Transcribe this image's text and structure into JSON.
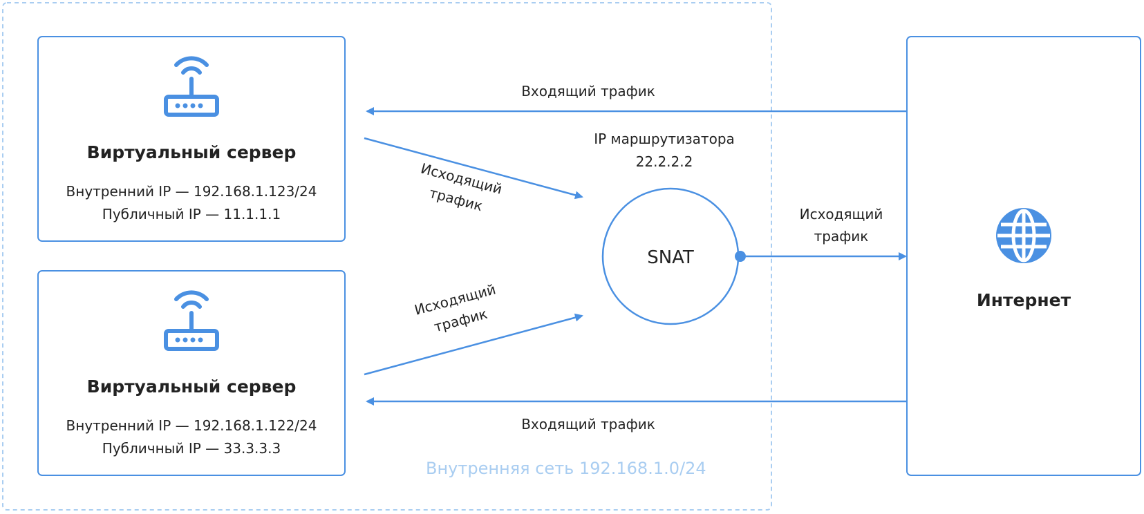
{
  "network": {
    "label": "Внутренняя сеть 192.168.1.0/24"
  },
  "servers": [
    {
      "title": "Виртуальный сервер",
      "internal_ip": "Внутренний IP — 192.168.1.123/24",
      "public_ip": "Публичный IP — 11.1.1.1",
      "icon": "router-icon"
    },
    {
      "title": "Виртуальный сервер",
      "internal_ip": "Внутренний IP — 192.168.1.122/24",
      "public_ip": "Публичный IP — 33.3.3.3",
      "icon": "router-icon"
    }
  ],
  "router": {
    "ip_label_line1": "IP маршрутизатора",
    "ip_label_line2": "22.2.2.2",
    "snat_label": "SNAT"
  },
  "internet": {
    "title": "Интернет",
    "icon": "globe-icon"
  },
  "flows": {
    "incoming_top": "Входящий трафик",
    "incoming_bottom": "Входящий трафик",
    "outgoing_top_line1": "Исходящий",
    "outgoing_top_line2": "трафик",
    "outgoing_bottom_line1": "Исходящий",
    "outgoing_bottom_line2": "трафик",
    "outgoing_internet_line1": "Исходящий",
    "outgoing_internet_line2": "трафик"
  },
  "colors": {
    "accent": "#4a90e2",
    "network_border": "#a9cdf1",
    "text": "#222222"
  }
}
